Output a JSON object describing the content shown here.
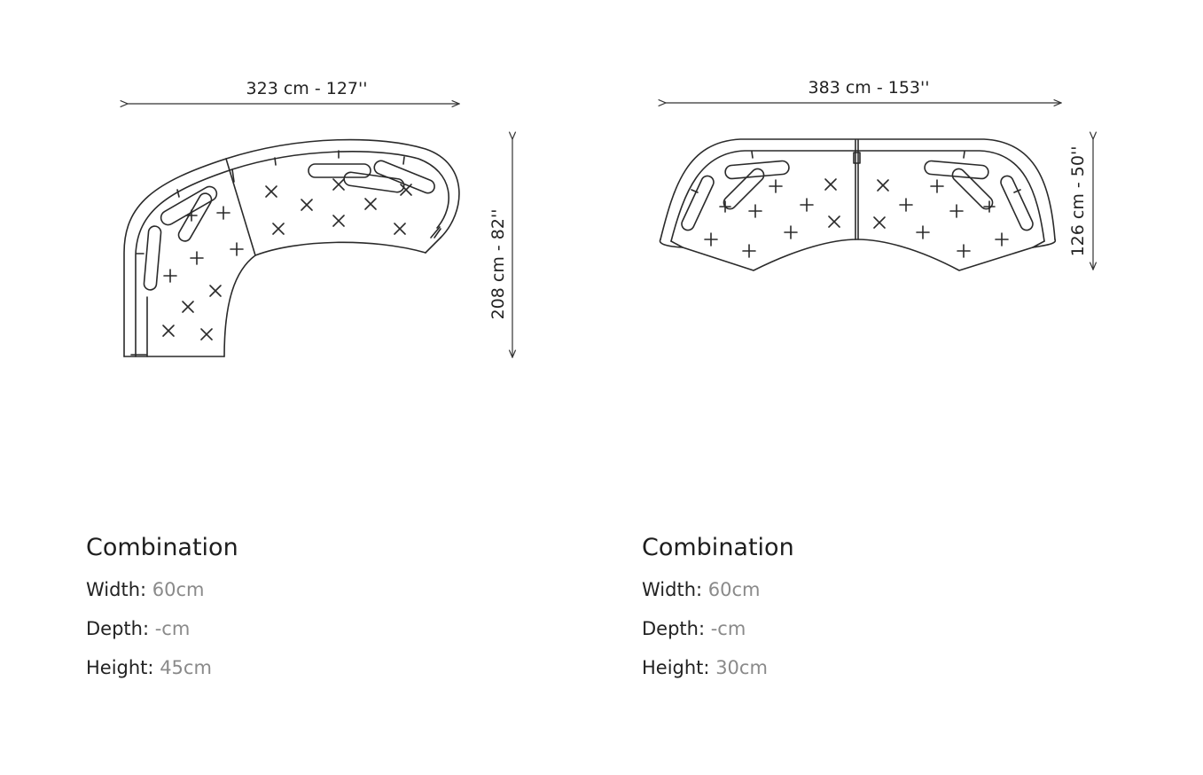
{
  "products": [
    {
      "dims": {
        "width": "323 cm -  127''",
        "depth": "208 cm -  82''"
      },
      "title": "Combination",
      "specs": [
        {
          "label": "Width:",
          "value": "60cm"
        },
        {
          "label": "Depth:",
          "value": "-cm"
        },
        {
          "label": "Height:",
          "value": "45cm"
        }
      ]
    },
    {
      "dims": {
        "width": "383 cm -  153''",
        "depth": "126 cm -  50''"
      },
      "title": "Combination",
      "specs": [
        {
          "label": "Width:",
          "value": "60cm"
        },
        {
          "label": "Depth:",
          "value": "-cm"
        },
        {
          "label": "Height:",
          "value": "30cm"
        }
      ]
    }
  ]
}
